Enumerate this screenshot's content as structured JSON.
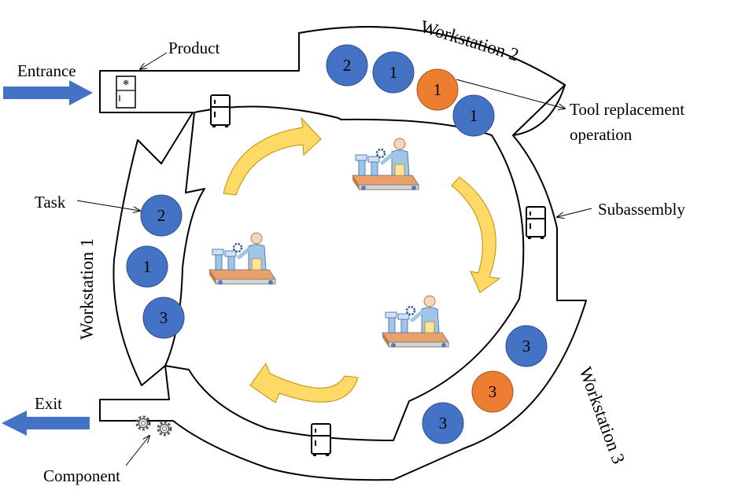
{
  "labels": {
    "entrance": "Entrance",
    "exit": "Exit",
    "product": "Product",
    "component": "Component",
    "task": "Task",
    "subassembly": "Subassembly",
    "tool_replacement_line1": "Tool replacement",
    "tool_replacement_line2": "operation"
  },
  "workstations": {
    "ws1": "Workstation 1",
    "ws2": "Workstation 2",
    "ws3": "Workstation 3"
  },
  "tasks": {
    "ws1": [
      "2",
      "1",
      "3"
    ],
    "ws2": [
      "2",
      "1",
      "1",
      "1"
    ],
    "ws3": [
      "3",
      "3",
      "3"
    ]
  },
  "colors": {
    "task_default": "#4472c4",
    "task_tool_replacement": "#ed7d31",
    "flow_arrow": "#4472c4",
    "rotation_arrow": "#ffd966"
  },
  "icons": {
    "product": "refrigerator-snowflake-icon",
    "subassembly": "refrigerator-icon",
    "component": "gears-icon",
    "worker": "assembly-worker-icon"
  }
}
